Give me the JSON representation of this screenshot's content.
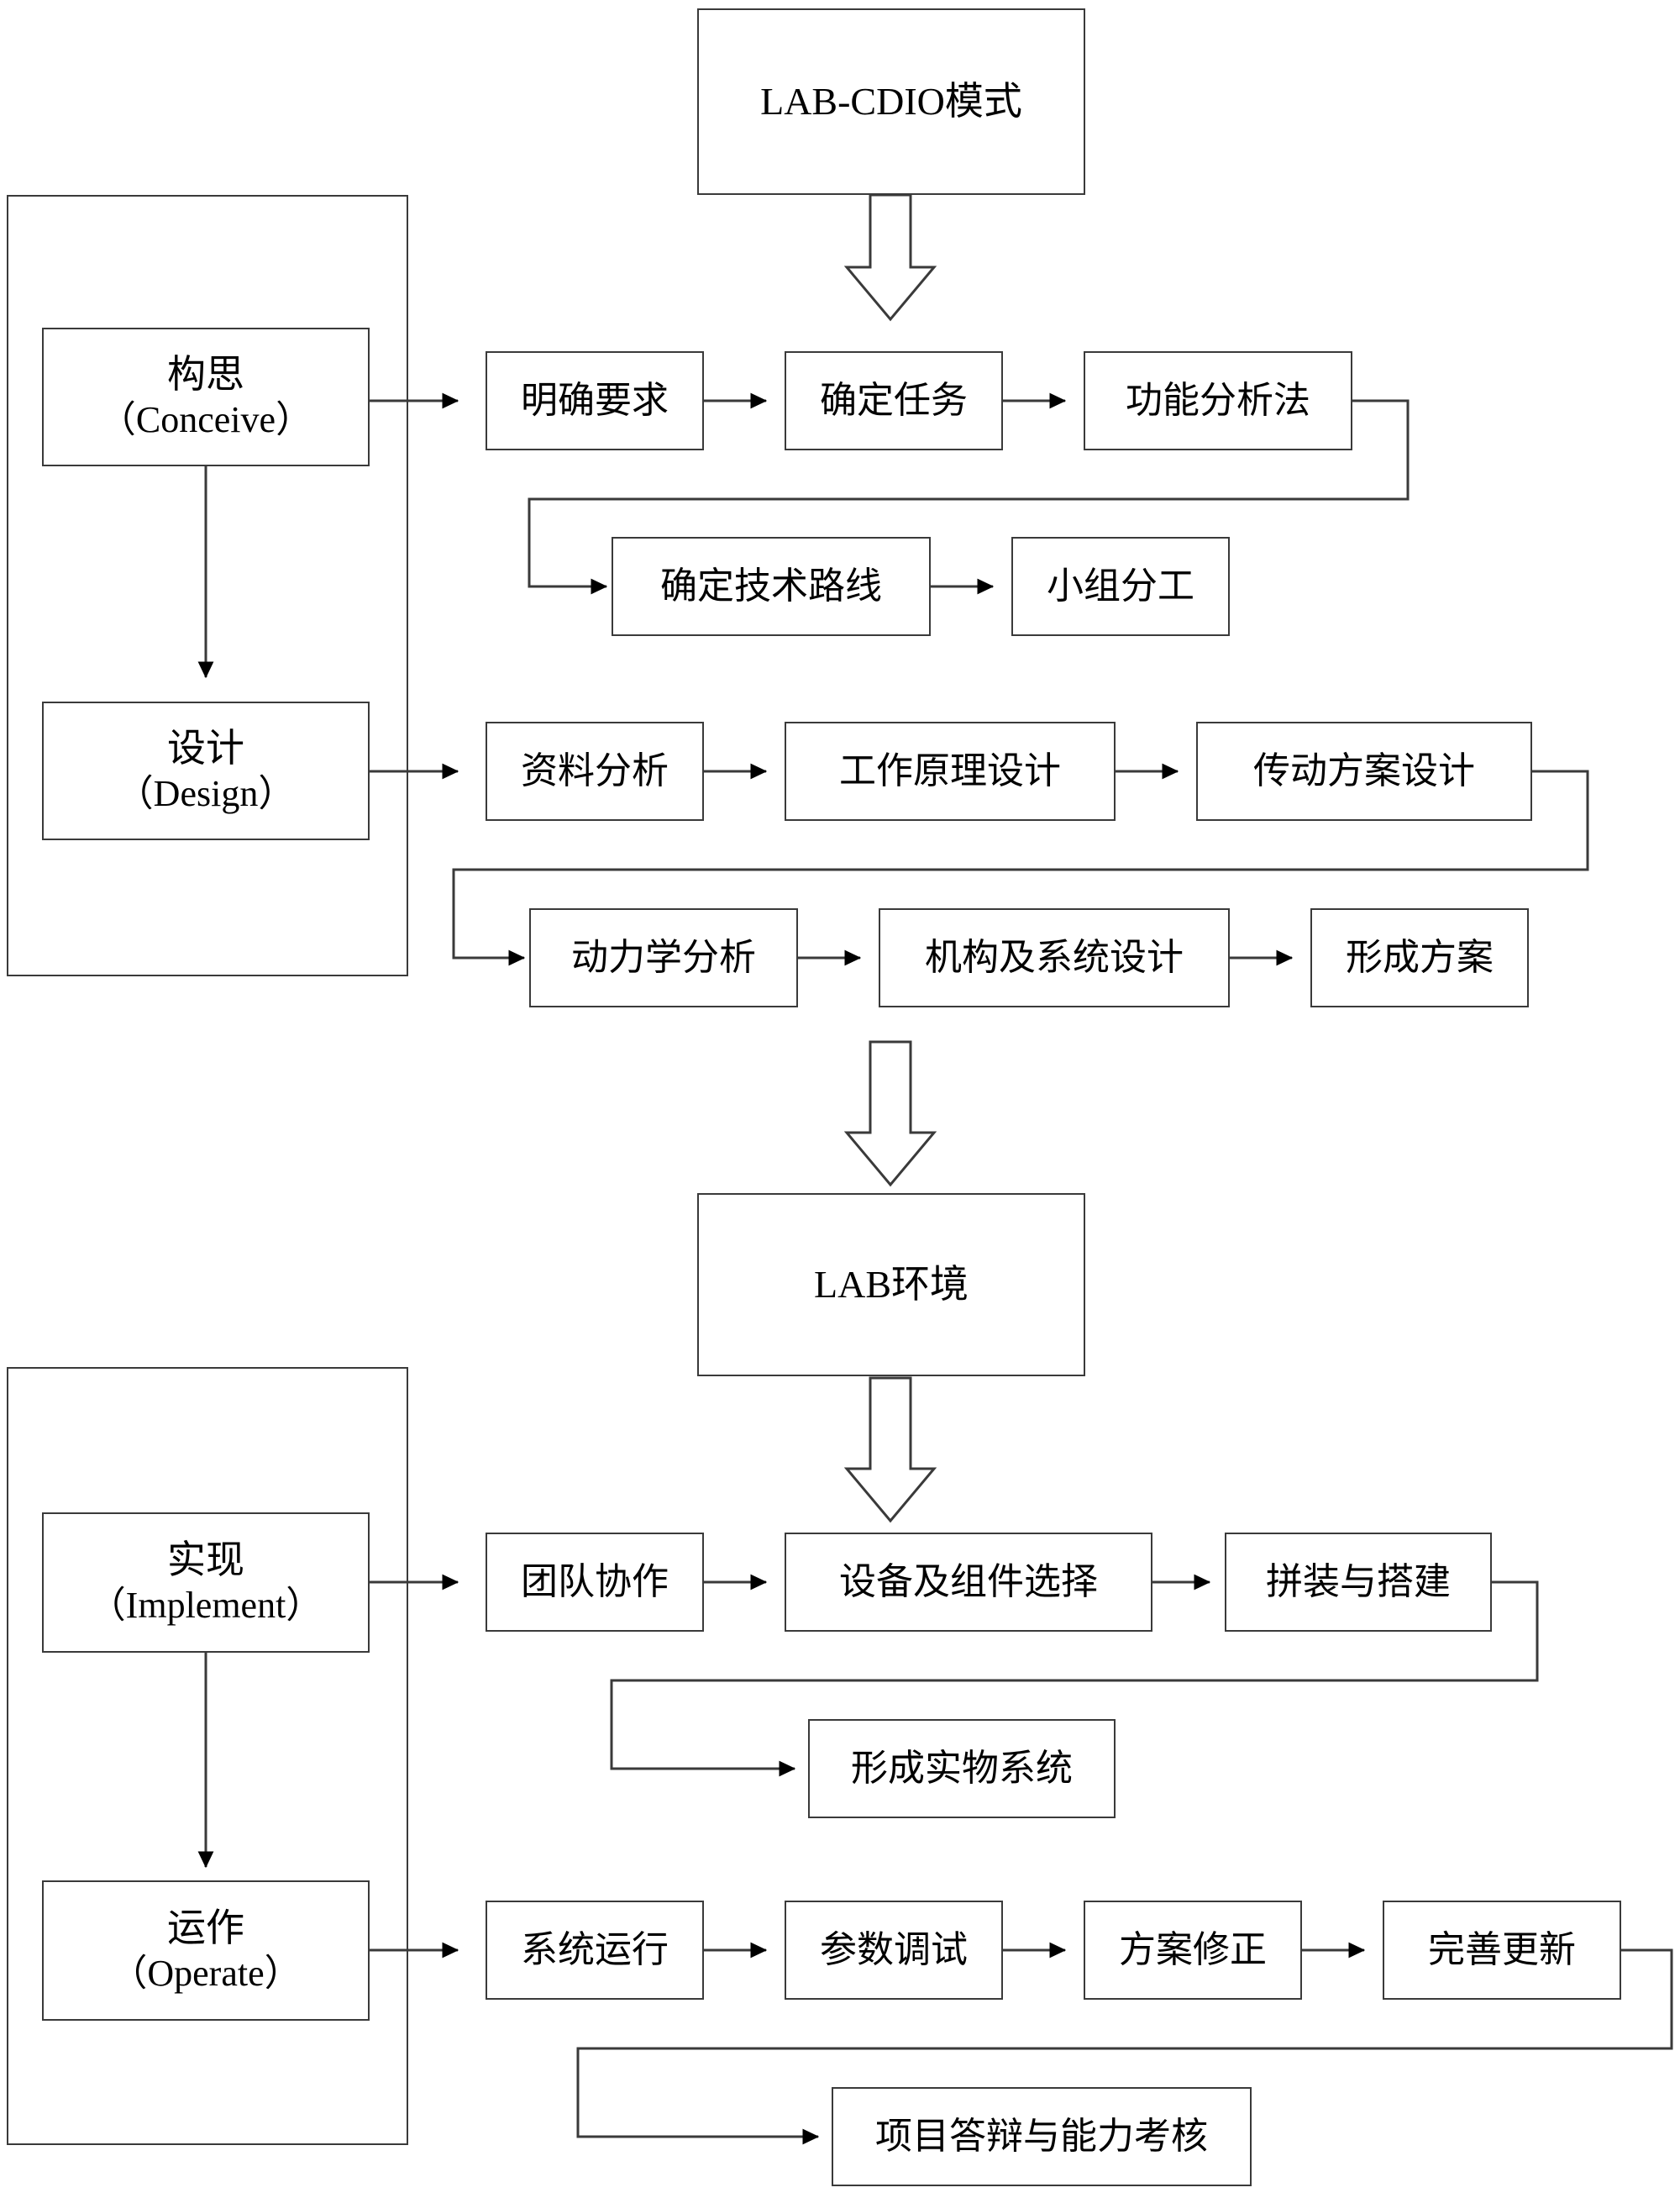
{
  "diagram": {
    "title_box": {
      "label": "LAB-CDIO模式"
    },
    "lab_env_box": {
      "label": "LAB环境"
    },
    "stages": [
      {
        "id": "conceive",
        "cn": "构思",
        "en": "（Conceive）"
      },
      {
        "id": "design",
        "cn": "设计",
        "en": "（Design）"
      },
      {
        "id": "implement",
        "cn": "实现",
        "en": "（Implement）"
      },
      {
        "id": "operate",
        "cn": "运作",
        "en": "（Operate）"
      }
    ],
    "conceive_row1": [
      {
        "label": "明确要求"
      },
      {
        "label": "确定任务"
      },
      {
        "label": "功能分析法"
      }
    ],
    "conceive_row2": [
      {
        "label": "确定技术路线"
      },
      {
        "label": "小组分工"
      }
    ],
    "design_row1": [
      {
        "label": "资料分析"
      },
      {
        "label": "工作原理设计"
      },
      {
        "label": "传动方案设计"
      }
    ],
    "design_row2": [
      {
        "label": "动力学分析"
      },
      {
        "label": "机构及系统设计"
      },
      {
        "label": "形成方案"
      }
    ],
    "implement_row1": [
      {
        "label": "团队协作"
      },
      {
        "label": "设备及组件选择"
      },
      {
        "label": "拼装与搭建"
      }
    ],
    "implement_row2": [
      {
        "label": "形成实物系统"
      }
    ],
    "operate_row1": [
      {
        "label": "系统运行"
      },
      {
        "label": "参数调试"
      },
      {
        "label": "方案修正"
      },
      {
        "label": "完善更新"
      }
    ],
    "operate_row2": [
      {
        "label": "项目答辩与能力考核"
      }
    ],
    "colors": {
      "stroke": "#3a3a3a",
      "arrow_fill": "#000000",
      "text": "#000000",
      "background": "#ffffff"
    }
  }
}
